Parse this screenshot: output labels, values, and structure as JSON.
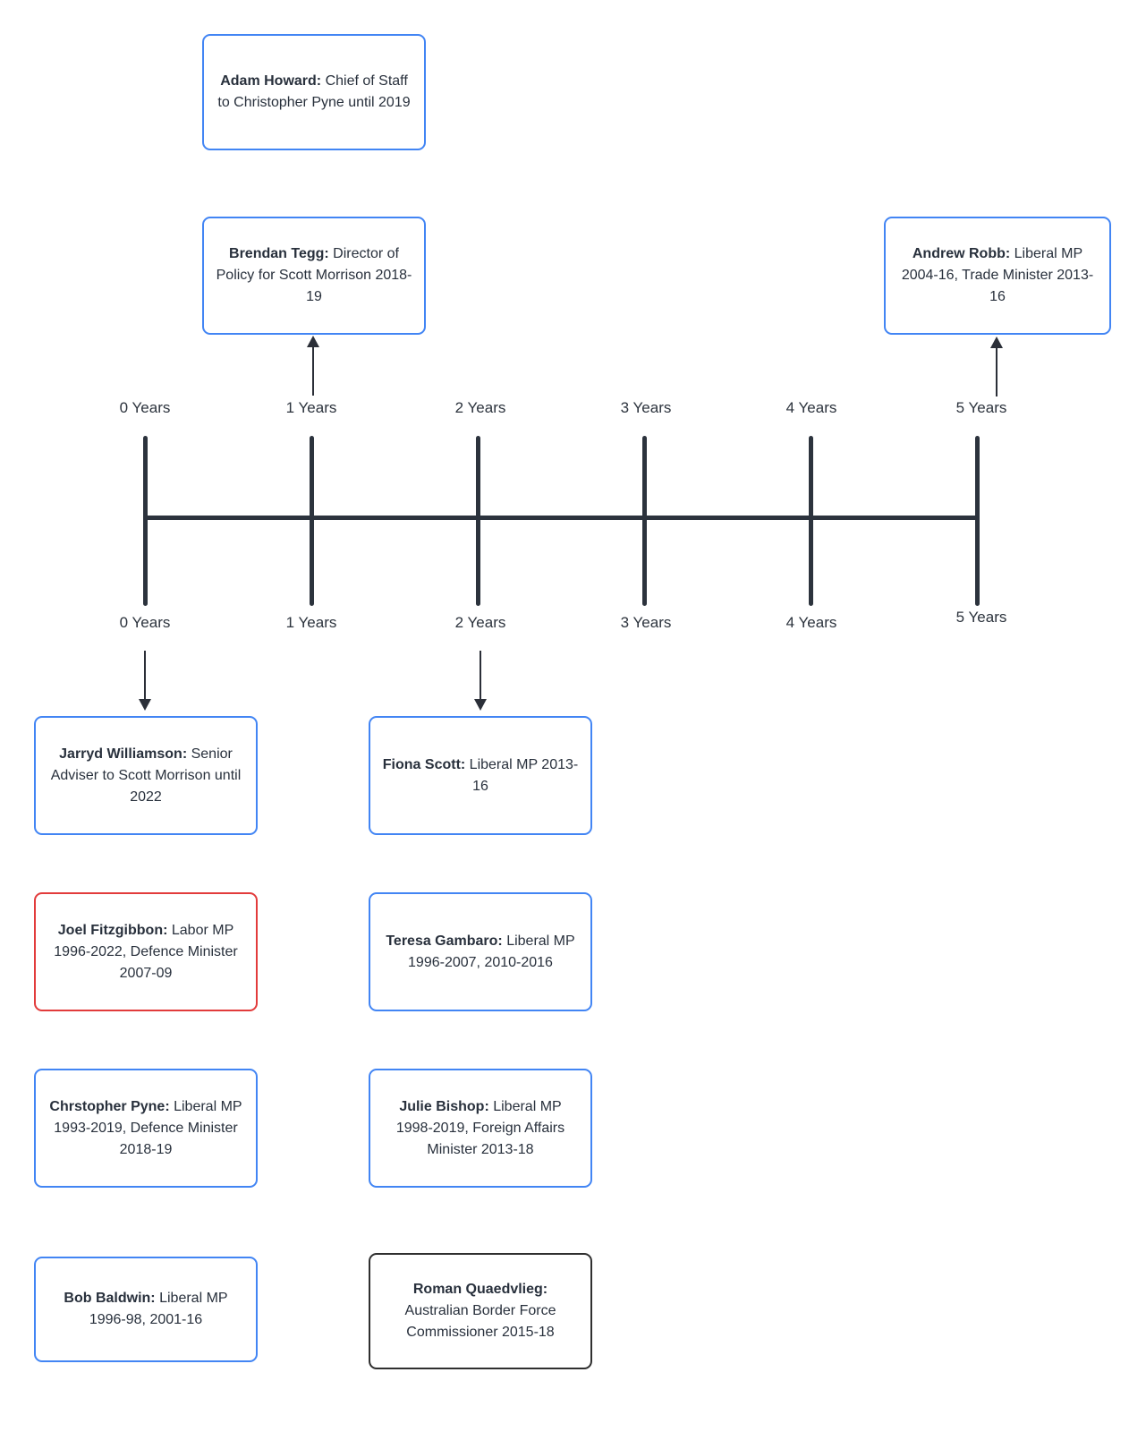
{
  "timeline": {
    "labels_top": [
      "0 Years",
      "1 Years",
      "2 Years",
      "3 Years",
      "4 Years",
      "5 Years"
    ],
    "labels_bottom": [
      "0 Years",
      "1 Years",
      "2 Years",
      "3 Years",
      "4 Years",
      "5 Years"
    ]
  },
  "nodes": {
    "adam_howard": {
      "name": "Adam Howard:",
      "desc": " Chief of Staff to Christopher Pyne until 2019"
    },
    "brendan_tegg": {
      "name": "Brendan Tegg:",
      "desc": " Director of Policy for Scott Morrison 2018-19"
    },
    "andrew_robb": {
      "name": "Andrew Robb:",
      "desc": " Liberal MP 2004-16, Trade Minister 2013-16"
    },
    "jarryd_williamson": {
      "name": "Jarryd Williamson:",
      "desc": " Senior Adviser to Scott Morrison until 2022"
    },
    "fiona_scott": {
      "name": "Fiona Scott:",
      "desc": " Liberal MP 2013-16"
    },
    "joel_fitzgibbon": {
      "name": "Joel Fitzgibbon:",
      "desc": " Labor MP 1996-2022, Defence Minister 2007-09"
    },
    "teresa_gambaro": {
      "name": "Teresa Gambaro:",
      "desc": " Liberal MP 1996-2007, 2010-2016"
    },
    "chrstopher_pyne": {
      "name": "Chrstopher Pyne:",
      "desc": " Liberal MP 1993-2019,  Defence Minister 2018-19"
    },
    "julie_bishop": {
      "name": "Julie Bishop:",
      "desc": " Liberal MP 1998-2019, Foreign Affairs Minister 2013-18"
    },
    "bob_baldwin": {
      "name": "Bob Baldwin:",
      "desc": " Liberal MP 1996-98, 2001-16"
    },
    "roman_quaedvlieg": {
      "name": "Roman Quaedvlieg:",
      "desc": " Australian Border Force Commissioner 2015-18"
    }
  },
  "colors": {
    "node_border_blue": "#4285f4",
    "node_border_red": "#e23b3b",
    "node_border_black": "#2f2f2f",
    "timeline_line": "#2c333d",
    "text": "#28303c"
  }
}
